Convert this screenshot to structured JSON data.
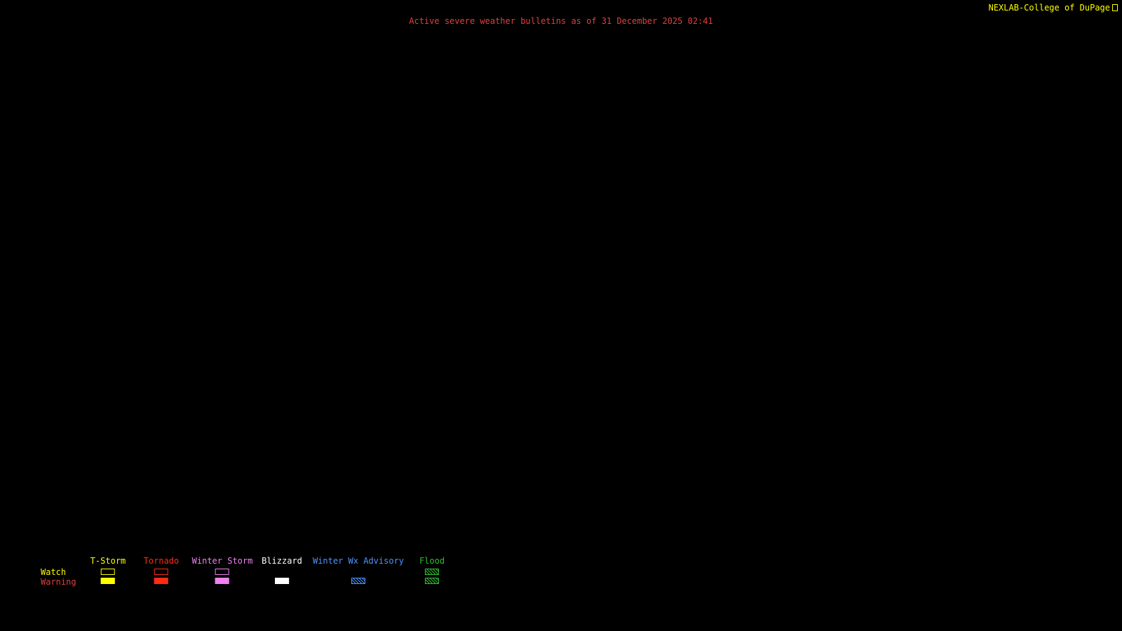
{
  "header": {
    "brand": "NEXLAB-College of DuPage",
    "brand_color": "#ffff00",
    "title": "Active severe weather bulletins as of 31 December 2025 02:41",
    "title_color": "#e04040"
  },
  "map": {
    "background": "#000000"
  },
  "legend": {
    "row_labels": [
      {
        "label": "Watch",
        "color": "#ffff00"
      },
      {
        "label": "Warning",
        "color": "#e04040"
      }
    ],
    "columns": [
      {
        "label": "T-Storm",
        "color": "#ffff00",
        "watch_style": "outline",
        "warning_style": "fill"
      },
      {
        "label": "Tornado",
        "color": "#ff2b14",
        "watch_style": "outline",
        "warning_style": "fill"
      },
      {
        "label": "Winter Storm",
        "color": "#ee82ee",
        "watch_style": "outline",
        "warning_style": "fill"
      },
      {
        "label": "Blizzard",
        "color": "#ffffff",
        "watch_style": "none",
        "warning_style": "fill"
      },
      {
        "label": "Winter Wx Advisory",
        "color": "#4d94ff",
        "watch_style": "none",
        "warning_style": "hatch"
      },
      {
        "label": "Flood",
        "color": "#2fbf2f",
        "watch_style": "hatch",
        "warning_style": "hatch"
      }
    ]
  }
}
